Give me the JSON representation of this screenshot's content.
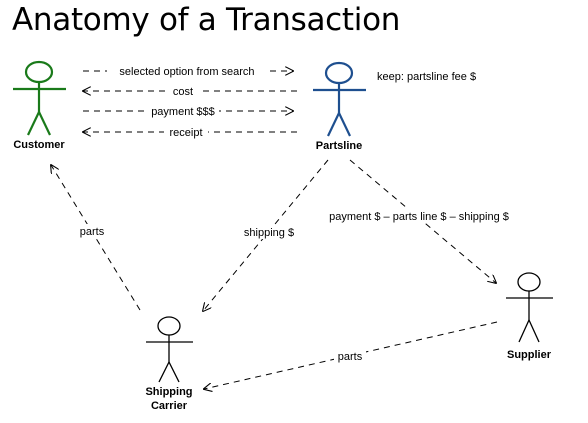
{
  "title": "Anatomy of a Transaction",
  "actors": {
    "customer": {
      "label": "Customer",
      "color": "#1a7a1a"
    },
    "partsline": {
      "label": "Partsline",
      "color": "#1e4f8f",
      "note": "keep: partsline fee $"
    },
    "supplier": {
      "label": "Supplier",
      "color": "#000000"
    },
    "shipping_carrier": {
      "label_line1": "Shipping",
      "label_line2": "Carrier",
      "color": "#000000"
    }
  },
  "messages": {
    "m1": "selected option from search",
    "m2": "cost",
    "m3": "payment $$$",
    "m4": "receipt"
  },
  "flows": {
    "parts_to_customer": "parts",
    "shipping_payment": "shipping $",
    "supplier_payment": "payment $ – parts line $ – shipping $",
    "parts_to_carrier": "parts"
  }
}
